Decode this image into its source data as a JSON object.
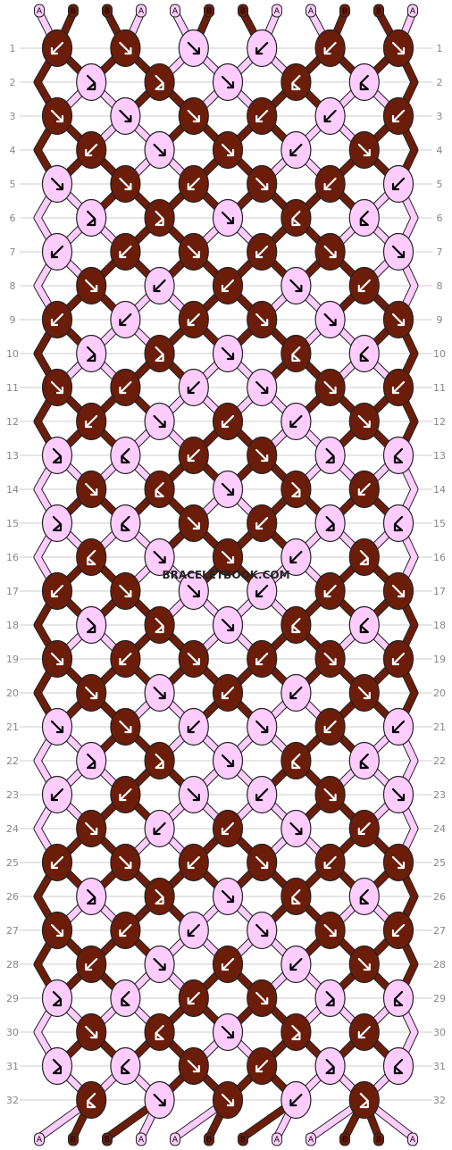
{
  "colors": {
    "A": "#ffccff",
    "B": "#6b1d0a",
    "outline": "#222222",
    "gridline": "#cccccc",
    "rownum": "#888888"
  },
  "pattern": {
    "top_labels": [
      "A",
      "B",
      "B",
      "A",
      "A",
      "B",
      "B",
      "A",
      "A",
      "B",
      "B",
      "A"
    ],
    "bottom_labels": [
      "A",
      "B",
      "B",
      "A",
      "A",
      "B",
      "B",
      "A",
      "A",
      "B",
      "B",
      "A"
    ],
    "watermark": "BRACELETBOOK.COM",
    "rows": [
      {
        "label": "1",
        "knots": [
          {
            "c": "B",
            "d": "bl"
          },
          {
            "c": "B",
            "d": "br"
          },
          {
            "c": "A",
            "d": "br"
          },
          {
            "c": "A",
            "d": "bl"
          },
          {
            "c": "B",
            "d": "bl"
          },
          {
            "c": "B",
            "d": "br"
          }
        ]
      },
      {
        "label": "2",
        "knots": [
          {
            "c": "A",
            "d": "rr"
          },
          {
            "c": "B",
            "d": "rr"
          },
          {
            "c": "A",
            "d": "br"
          },
          {
            "c": "B",
            "d": "rl"
          },
          {
            "c": "A",
            "d": "rl"
          }
        ]
      },
      {
        "label": "3",
        "knots": [
          {
            "c": "B",
            "d": "br"
          },
          {
            "c": "A",
            "d": "br"
          },
          {
            "c": "B",
            "d": "br"
          },
          {
            "c": "B",
            "d": "bl"
          },
          {
            "c": "A",
            "d": "bl"
          },
          {
            "c": "B",
            "d": "bl"
          }
        ]
      },
      {
        "label": "4",
        "knots": [
          {
            "c": "B",
            "d": "bl"
          },
          {
            "c": "A",
            "d": "br"
          },
          {
            "c": "B",
            "d": "br"
          },
          {
            "c": "A",
            "d": "bl"
          },
          {
            "c": "B",
            "d": "br"
          }
        ]
      },
      {
        "label": "5",
        "knots": [
          {
            "c": "A",
            "d": "br"
          },
          {
            "c": "B",
            "d": "br"
          },
          {
            "c": "B",
            "d": "bl"
          },
          {
            "c": "B",
            "d": "br"
          },
          {
            "c": "B",
            "d": "bl"
          },
          {
            "c": "A",
            "d": "bl"
          }
        ]
      },
      {
        "label": "6",
        "knots": [
          {
            "c": "A",
            "d": "rr"
          },
          {
            "c": "B",
            "d": "rr"
          },
          {
            "c": "A",
            "d": "br"
          },
          {
            "c": "B",
            "d": "rl"
          },
          {
            "c": "A",
            "d": "rl"
          }
        ]
      },
      {
        "label": "7",
        "knots": [
          {
            "c": "A",
            "d": "bl"
          },
          {
            "c": "B",
            "d": "bl"
          },
          {
            "c": "B",
            "d": "br"
          },
          {
            "c": "B",
            "d": "bl"
          },
          {
            "c": "B",
            "d": "br"
          },
          {
            "c": "A",
            "d": "br"
          }
        ]
      },
      {
        "label": "8",
        "knots": [
          {
            "c": "B",
            "d": "br"
          },
          {
            "c": "A",
            "d": "bl"
          },
          {
            "c": "B",
            "d": "bl"
          },
          {
            "c": "A",
            "d": "br"
          },
          {
            "c": "B",
            "d": "bl"
          }
        ]
      },
      {
        "label": "9",
        "knots": [
          {
            "c": "B",
            "d": "bl"
          },
          {
            "c": "A",
            "d": "bl"
          },
          {
            "c": "B",
            "d": "bl"
          },
          {
            "c": "B",
            "d": "br"
          },
          {
            "c": "A",
            "d": "br"
          },
          {
            "c": "B",
            "d": "br"
          }
        ]
      },
      {
        "label": "10",
        "knots": [
          {
            "c": "A",
            "d": "rr"
          },
          {
            "c": "B",
            "d": "rr"
          },
          {
            "c": "A",
            "d": "br"
          },
          {
            "c": "B",
            "d": "rl"
          },
          {
            "c": "A",
            "d": "rl"
          }
        ]
      },
      {
        "label": "11",
        "knots": [
          {
            "c": "B",
            "d": "br"
          },
          {
            "c": "B",
            "d": "bl"
          },
          {
            "c": "A",
            "d": "bl"
          },
          {
            "c": "A",
            "d": "br"
          },
          {
            "c": "B",
            "d": "br"
          },
          {
            "c": "B",
            "d": "bl"
          }
        ]
      },
      {
        "label": "12",
        "knots": [
          {
            "c": "B",
            "d": "bl"
          },
          {
            "c": "A",
            "d": "br"
          },
          {
            "c": "B",
            "d": "bl"
          },
          {
            "c": "A",
            "d": "bl"
          },
          {
            "c": "B",
            "d": "br"
          }
        ]
      },
      {
        "label": "13",
        "knots": [
          {
            "c": "A",
            "d": "rr"
          },
          {
            "c": "A",
            "d": "rl"
          },
          {
            "c": "B",
            "d": "bl"
          },
          {
            "c": "B",
            "d": "br"
          },
          {
            "c": "A",
            "d": "rr"
          },
          {
            "c": "A",
            "d": "rl"
          }
        ]
      },
      {
        "label": "14",
        "knots": [
          {
            "c": "B",
            "d": "br"
          },
          {
            "c": "B",
            "d": "rl"
          },
          {
            "c": "A",
            "d": "br"
          },
          {
            "c": "B",
            "d": "rr"
          },
          {
            "c": "B",
            "d": "bl"
          }
        ]
      },
      {
        "label": "15",
        "knots": [
          {
            "c": "A",
            "d": "rr"
          },
          {
            "c": "A",
            "d": "rl"
          },
          {
            "c": "B",
            "d": "br"
          },
          {
            "c": "B",
            "d": "bl"
          },
          {
            "c": "A",
            "d": "rr"
          },
          {
            "c": "A",
            "d": "rl"
          }
        ]
      },
      {
        "label": "16",
        "knots": [
          {
            "c": "B",
            "d": "rl"
          },
          {
            "c": "A",
            "d": "br"
          },
          {
            "c": "B",
            "d": "br"
          },
          {
            "c": "A",
            "d": "bl"
          },
          {
            "c": "B",
            "d": "rr"
          }
        ]
      },
      {
        "label": "17",
        "knots": [
          {
            "c": "B",
            "d": "bl"
          },
          {
            "c": "B",
            "d": "br"
          },
          {
            "c": "A",
            "d": "br"
          },
          {
            "c": "A",
            "d": "bl"
          },
          {
            "c": "B",
            "d": "bl"
          },
          {
            "c": "B",
            "d": "br"
          }
        ]
      },
      {
        "label": "18",
        "knots": [
          {
            "c": "A",
            "d": "rr"
          },
          {
            "c": "B",
            "d": "rr"
          },
          {
            "c": "A",
            "d": "br"
          },
          {
            "c": "B",
            "d": "rl"
          },
          {
            "c": "A",
            "d": "rl"
          }
        ]
      },
      {
        "label": "19",
        "knots": [
          {
            "c": "B",
            "d": "br"
          },
          {
            "c": "B",
            "d": "bl"
          },
          {
            "c": "B",
            "d": "br"
          },
          {
            "c": "B",
            "d": "bl"
          },
          {
            "c": "B",
            "d": "br"
          },
          {
            "c": "B",
            "d": "bl"
          }
        ]
      },
      {
        "label": "20",
        "knots": [
          {
            "c": "B",
            "d": "br"
          },
          {
            "c": "A",
            "d": "br"
          },
          {
            "c": "B",
            "d": "bl"
          },
          {
            "c": "A",
            "d": "bl"
          },
          {
            "c": "B",
            "d": "br"
          }
        ]
      },
      {
        "label": "21",
        "knots": [
          {
            "c": "A",
            "d": "br"
          },
          {
            "c": "B",
            "d": "br"
          },
          {
            "c": "A",
            "d": "bl"
          },
          {
            "c": "A",
            "d": "br"
          },
          {
            "c": "B",
            "d": "bl"
          },
          {
            "c": "A",
            "d": "bl"
          }
        ]
      },
      {
        "label": "22",
        "knots": [
          {
            "c": "A",
            "d": "rr"
          },
          {
            "c": "B",
            "d": "rr"
          },
          {
            "c": "A",
            "d": "br"
          },
          {
            "c": "B",
            "d": "rl"
          },
          {
            "c": "A",
            "d": "rl"
          }
        ]
      },
      {
        "label": "23",
        "knots": [
          {
            "c": "A",
            "d": "bl"
          },
          {
            "c": "B",
            "d": "bl"
          },
          {
            "c": "A",
            "d": "br"
          },
          {
            "c": "A",
            "d": "bl"
          },
          {
            "c": "B",
            "d": "br"
          },
          {
            "c": "A",
            "d": "br"
          }
        ]
      },
      {
        "label": "24",
        "knots": [
          {
            "c": "B",
            "d": "br"
          },
          {
            "c": "A",
            "d": "bl"
          },
          {
            "c": "B",
            "d": "bl"
          },
          {
            "c": "A",
            "d": "br"
          },
          {
            "c": "B",
            "d": "bl"
          }
        ]
      },
      {
        "label": "25",
        "knots": [
          {
            "c": "B",
            "d": "bl"
          },
          {
            "c": "B",
            "d": "br"
          },
          {
            "c": "B",
            "d": "bl"
          },
          {
            "c": "B",
            "d": "br"
          },
          {
            "c": "B",
            "d": "bl"
          },
          {
            "c": "B",
            "d": "br"
          }
        ]
      },
      {
        "label": "26",
        "knots": [
          {
            "c": "A",
            "d": "rr"
          },
          {
            "c": "B",
            "d": "rr"
          },
          {
            "c": "A",
            "d": "br"
          },
          {
            "c": "B",
            "d": "rl"
          },
          {
            "c": "A",
            "d": "rl"
          }
        ]
      },
      {
        "label": "27",
        "knots": [
          {
            "c": "B",
            "d": "br"
          },
          {
            "c": "B",
            "d": "bl"
          },
          {
            "c": "A",
            "d": "bl"
          },
          {
            "c": "A",
            "d": "br"
          },
          {
            "c": "B",
            "d": "br"
          },
          {
            "c": "B",
            "d": "bl"
          }
        ]
      },
      {
        "label": "28",
        "knots": [
          {
            "c": "B",
            "d": "bl"
          },
          {
            "c": "A",
            "d": "br"
          },
          {
            "c": "B",
            "d": "bl"
          },
          {
            "c": "A",
            "d": "bl"
          },
          {
            "c": "B",
            "d": "br"
          }
        ]
      },
      {
        "label": "29",
        "knots": [
          {
            "c": "A",
            "d": "rr"
          },
          {
            "c": "A",
            "d": "rl"
          },
          {
            "c": "B",
            "d": "bl"
          },
          {
            "c": "B",
            "d": "br"
          },
          {
            "c": "A",
            "d": "rr"
          },
          {
            "c": "A",
            "d": "rl"
          }
        ]
      },
      {
        "label": "30",
        "knots": [
          {
            "c": "B",
            "d": "br"
          },
          {
            "c": "B",
            "d": "rl"
          },
          {
            "c": "A",
            "d": "br"
          },
          {
            "c": "B",
            "d": "rr"
          },
          {
            "c": "B",
            "d": "bl"
          }
        ]
      },
      {
        "label": "31",
        "knots": [
          {
            "c": "A",
            "d": "rr"
          },
          {
            "c": "A",
            "d": "rl"
          },
          {
            "c": "B",
            "d": "br"
          },
          {
            "c": "B",
            "d": "bl"
          },
          {
            "c": "A",
            "d": "rr"
          },
          {
            "c": "A",
            "d": "rl"
          }
        ]
      },
      {
        "label": "32",
        "knots": [
          {
            "c": "B",
            "d": "rl"
          },
          {
            "c": "A",
            "d": "br"
          },
          {
            "c": "B",
            "d": "br"
          },
          {
            "c": "A",
            "d": "bl"
          },
          {
            "c": "B",
            "d": "rr"
          }
        ]
      }
    ]
  }
}
